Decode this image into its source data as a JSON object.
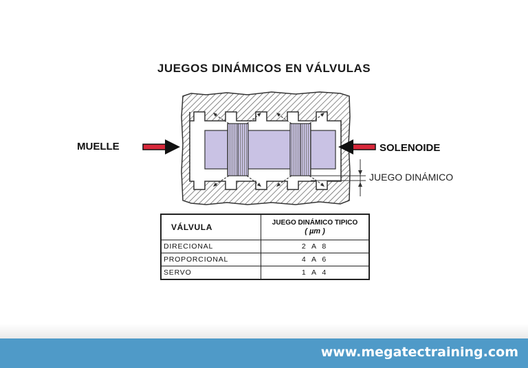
{
  "diagram": {
    "title": "JUEGOS DINÁMICOS EN VÁLVULAS",
    "labels": {
      "left_force": "MUELLE",
      "right_force": "SOLENOIDE",
      "clearance": "JUEGO DINÁMICO"
    },
    "colors": {
      "spool": "#c9c2e4",
      "arrow": "#d8283a",
      "body_hatch": "#555555"
    }
  },
  "table": {
    "header": {
      "col1": "VÁLVULA",
      "col2_line1": "JUEGO DINÁMICO TIPICO",
      "col2_line2": "( µm )"
    },
    "rows": [
      {
        "valve": "DIRECIONAL",
        "range": "2 A 8"
      },
      {
        "valve": "PROPORCIONAL",
        "range": "4 A 6"
      },
      {
        "valve": "SERVO",
        "range": "1 A 4"
      }
    ]
  },
  "footer": {
    "website": "www.megatectraining.com",
    "color": "#4f9ac8"
  }
}
